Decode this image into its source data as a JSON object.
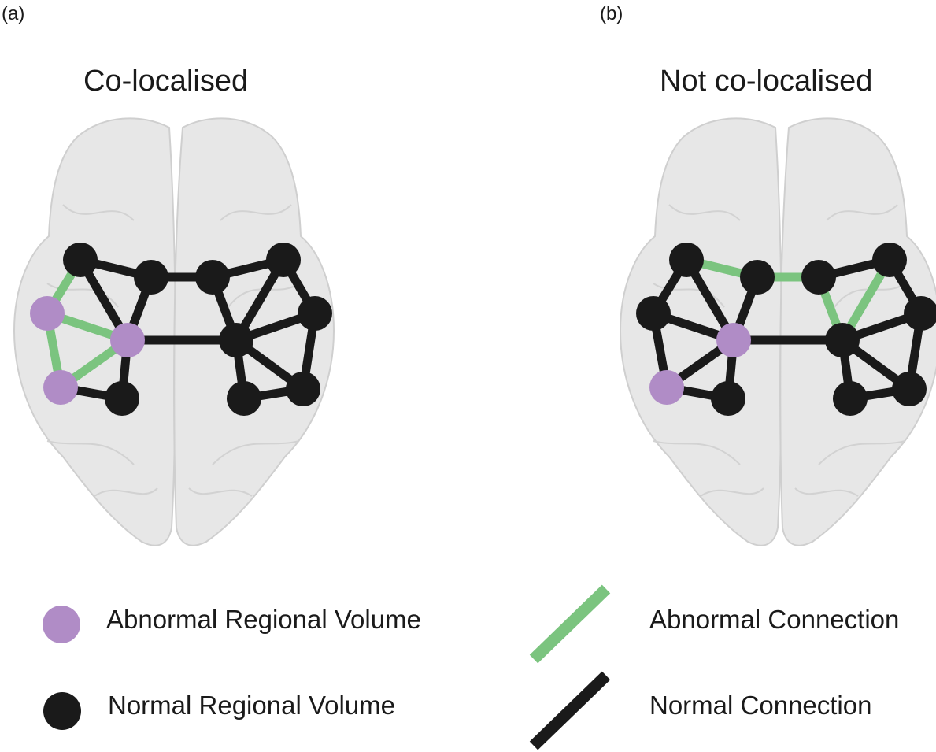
{
  "panels": [
    {
      "id": "a",
      "label": "(a)",
      "title": "Co-localised"
    },
    {
      "id": "b",
      "label": "(b)",
      "title": "Not co-localised"
    }
  ],
  "colors": {
    "abnormal_node": "#b08cc6",
    "normal_node": "#1a1a1a",
    "abnormal_edge": "#7bc47f",
    "normal_edge": "#1a1a1a",
    "brain_fill": "#e3e3e3",
    "brain_stroke": "#cfcfcf"
  },
  "legend": {
    "abnormal_volume": "Abnormal Regional Volume",
    "normal_volume": "Normal Regional Volume",
    "abnormal_connection": "Abnormal Connection",
    "normal_connection": "Normal Connection"
  },
  "network": {
    "nodes": [
      "n1",
      "n2",
      "n3",
      "n4",
      "n5",
      "n6",
      "n7",
      "n8",
      "n9",
      "n10",
      "n11"
    ],
    "panel_a": {
      "abnormal_nodes": [
        "n3",
        "n4",
        "n5"
      ],
      "edges": [
        {
          "from": "n1",
          "to": "n2",
          "abnormal": false
        },
        {
          "from": "n1",
          "to": "n3",
          "abnormal": true
        },
        {
          "from": "n1",
          "to": "n4",
          "abnormal": false
        },
        {
          "from": "n3",
          "to": "n4",
          "abnormal": true
        },
        {
          "from": "n3",
          "to": "n5",
          "abnormal": true
        },
        {
          "from": "n4",
          "to": "n5",
          "abnormal": true
        },
        {
          "from": "n2",
          "to": "n4",
          "abnormal": false
        },
        {
          "from": "n5",
          "to": "n6",
          "abnormal": false
        },
        {
          "from": "n4",
          "to": "n6",
          "abnormal": false
        },
        {
          "from": "n2",
          "to": "n7",
          "abnormal": false
        },
        {
          "from": "n4",
          "to": "n9",
          "abnormal": false
        },
        {
          "from": "n7",
          "to": "n8",
          "abnormal": false
        },
        {
          "from": "n7",
          "to": "n9",
          "abnormal": false
        },
        {
          "from": "n8",
          "to": "n9",
          "abnormal": false
        },
        {
          "from": "n8",
          "to": "n10",
          "abnormal": false
        },
        {
          "from": "n9",
          "to": "n10",
          "abnormal": false
        },
        {
          "from": "n9",
          "to": "n11",
          "abnormal": false
        },
        {
          "from": "n9",
          "to": "n12",
          "abnormal": false
        },
        {
          "from": "n10",
          "to": "n12",
          "abnormal": false
        },
        {
          "from": "n11",
          "to": "n12",
          "abnormal": false
        }
      ]
    },
    "panel_b": {
      "abnormal_nodes": [
        "n4",
        "n5"
      ],
      "edges": [
        {
          "from": "n1",
          "to": "n2",
          "abnormal": true
        },
        {
          "from": "n1",
          "to": "n3",
          "abnormal": false
        },
        {
          "from": "n1",
          "to": "n4",
          "abnormal": false
        },
        {
          "from": "n3",
          "to": "n4",
          "abnormal": false
        },
        {
          "from": "n3",
          "to": "n5",
          "abnormal": false
        },
        {
          "from": "n4",
          "to": "n5",
          "abnormal": false
        },
        {
          "from": "n2",
          "to": "n4",
          "abnormal": false
        },
        {
          "from": "n5",
          "to": "n6",
          "abnormal": false
        },
        {
          "from": "n4",
          "to": "n6",
          "abnormal": false
        },
        {
          "from": "n2",
          "to": "n7",
          "abnormal": true
        },
        {
          "from": "n4",
          "to": "n9",
          "abnormal": false
        },
        {
          "from": "n7",
          "to": "n8",
          "abnormal": false
        },
        {
          "from": "n7",
          "to": "n9",
          "abnormal": true
        },
        {
          "from": "n8",
          "to": "n9",
          "abnormal": true
        },
        {
          "from": "n8",
          "to": "n10",
          "abnormal": false
        },
        {
          "from": "n9",
          "to": "n10",
          "abnormal": false
        },
        {
          "from": "n9",
          "to": "n11",
          "abnormal": false
        },
        {
          "from": "n9",
          "to": "n12",
          "abnormal": false
        },
        {
          "from": "n10",
          "to": "n12",
          "abnormal": false
        },
        {
          "from": "n11",
          "to": "n12",
          "abnormal": false
        }
      ]
    }
  }
}
